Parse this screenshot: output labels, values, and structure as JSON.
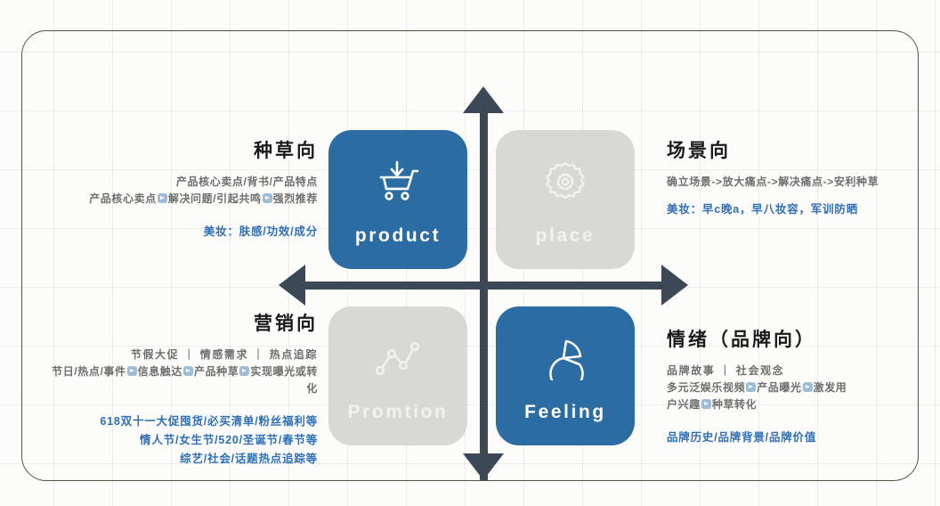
{
  "diagram": {
    "title_quadrants": [
      "product",
      "place",
      "Promtion",
      "Feeling"
    ],
    "tiles": {
      "product": {
        "label": "product",
        "icon": "shopping-cart-download-icon",
        "state": "active",
        "color": "#2b6ca3"
      },
      "place": {
        "label": "place",
        "icon": "gear-icon",
        "state": "inactive",
        "color": "#d8d8d6"
      },
      "promtion": {
        "label": "Promtion",
        "icon": "line-chart-icon",
        "state": "inactive",
        "color": "#d8d8d6"
      },
      "feeling": {
        "label": "Feeling",
        "icon": "pie-chart-icon",
        "state": "active",
        "color": "#2b6ca3"
      }
    },
    "axis_color": "#3d4856",
    "quadrants": {
      "top_left": {
        "heading": "种草向",
        "gray_lines": [
          "产品核心卖点/背书/产品特点",
          "产品核心卖点◧解决问题/引起共鸣◧强烈推荐"
        ],
        "blue_lines": [
          "美妆：肤感/功效/成分"
        ]
      },
      "top_right": {
        "heading": "场景向",
        "gray_lines": [
          "确立场景->放大痛点->解决痛点->安利种草"
        ],
        "blue_lines": [
          "美妆：早c晚a，早八妆容，军训防晒"
        ]
      },
      "bottom_left": {
        "heading": "营销向",
        "gray_lines": [
          "节假大促 ｜ 情感需求 ｜ 热点追踪",
          "节日/热点/事件◧信息触达◧产品种草◧实现曝光或转化"
        ],
        "blue_lines": [
          "618双十一大促囤货/必买清单/粉丝福利等",
          "情人节/女生节/520/圣诞节/春节等",
          "综艺/社会/话题热点追踪等"
        ]
      },
      "bottom_right": {
        "heading": "情绪（品牌向）",
        "gray_lines": [
          "品牌故事 ｜ 社会观念",
          "多元泛娱乐视频◧产品曝光◧激发用",
          "户兴趣◧种草转化"
        ],
        "blue_lines": [
          "品牌历史/品牌背景/品牌价值"
        ]
      }
    }
  }
}
